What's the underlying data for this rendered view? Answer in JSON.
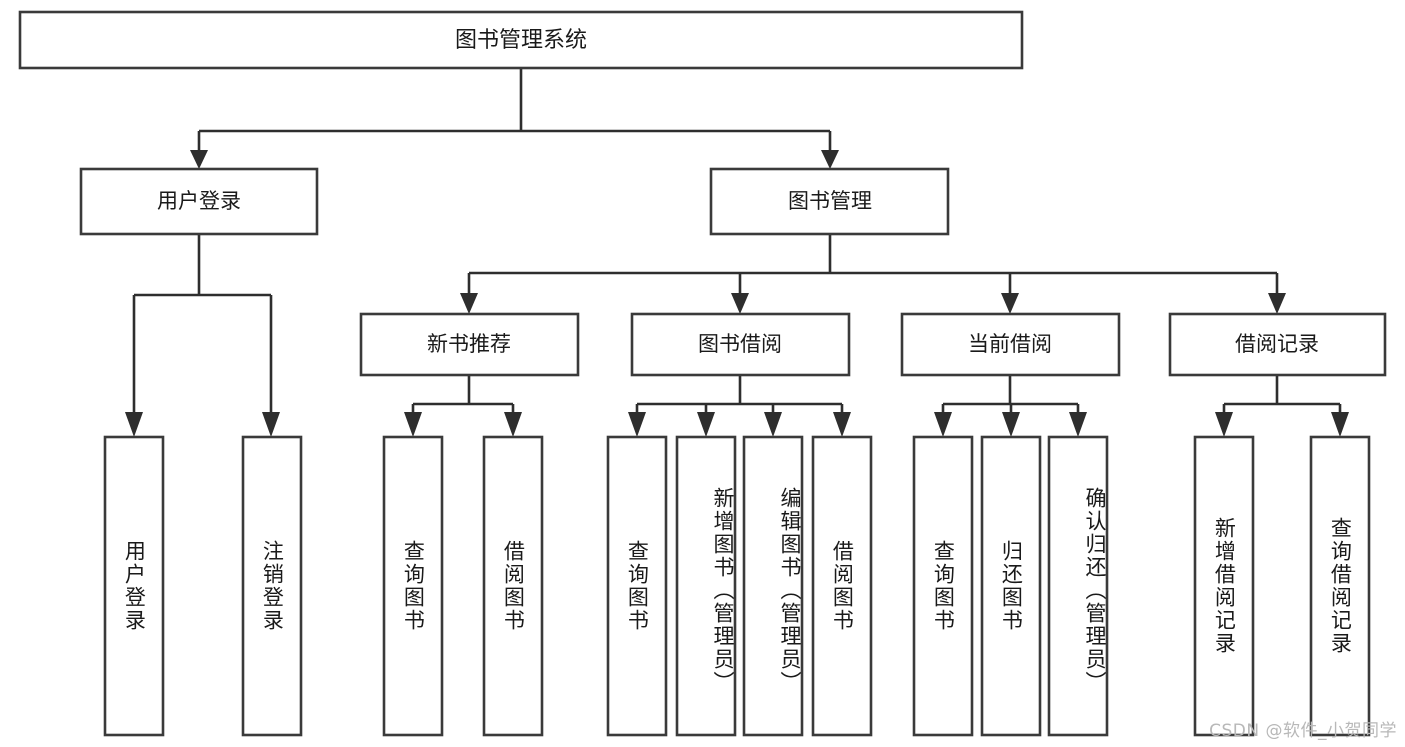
{
  "diagram": {
    "type": "tree-hierarchy-chart",
    "title_node": {
      "id": "root",
      "label": "图书管理系统"
    },
    "level2": [
      {
        "id": "user-login",
        "label": "用户登录"
      },
      {
        "id": "book-management",
        "label": "图书管理"
      }
    ],
    "level3": [
      {
        "id": "new-book-recommend",
        "label": "新书推荐",
        "parent": "book-management"
      },
      {
        "id": "book-borrow",
        "label": "图书借阅",
        "parent": "book-management"
      },
      {
        "id": "current-borrow",
        "label": "当前借阅",
        "parent": "book-management"
      },
      {
        "id": "borrow-record",
        "label": "借阅记录",
        "parent": "book-management"
      }
    ],
    "leaves": [
      {
        "id": "leaf-user-login",
        "label": "用户登录",
        "parent": "user-login"
      },
      {
        "id": "leaf-logout-login",
        "label": "注销登录",
        "parent": "user-login"
      },
      {
        "id": "leaf-query-book-1",
        "label": "查询图书",
        "parent": "new-book-recommend"
      },
      {
        "id": "leaf-borrow-book-1",
        "label": "借阅图书",
        "parent": "new-book-recommend"
      },
      {
        "id": "leaf-query-book-2",
        "label": "查询图书",
        "parent": "book-borrow"
      },
      {
        "id": "leaf-add-book",
        "label": "新增图书（管理员）",
        "parent": "book-borrow"
      },
      {
        "id": "leaf-edit-book",
        "label": "编辑图书（管理员）",
        "parent": "book-borrow"
      },
      {
        "id": "leaf-borrow-book-2",
        "label": "借阅图书",
        "parent": "book-borrow"
      },
      {
        "id": "leaf-query-book-3",
        "label": "查询图书",
        "parent": "current-borrow"
      },
      {
        "id": "leaf-return-book",
        "label": "归还图书",
        "parent": "current-borrow"
      },
      {
        "id": "leaf-confirm-return",
        "label": "确认归还（管理员）",
        "parent": "current-borrow"
      },
      {
        "id": "leaf-add-borrow-record",
        "label": "新增借阅记录",
        "parent": "borrow-record"
      },
      {
        "id": "leaf-query-borrow-record",
        "label": "查询借阅记录",
        "parent": "borrow-record"
      }
    ],
    "colors": {
      "box_stroke": "#3a3a3a",
      "box_fill": "#ffffff",
      "connector": "#2e2e2e",
      "text": "#1a1a1a",
      "background": "#ffffff",
      "watermark": "#b8b8b8"
    }
  },
  "watermark": {
    "text": "CSDN @软件_小贺同学"
  }
}
